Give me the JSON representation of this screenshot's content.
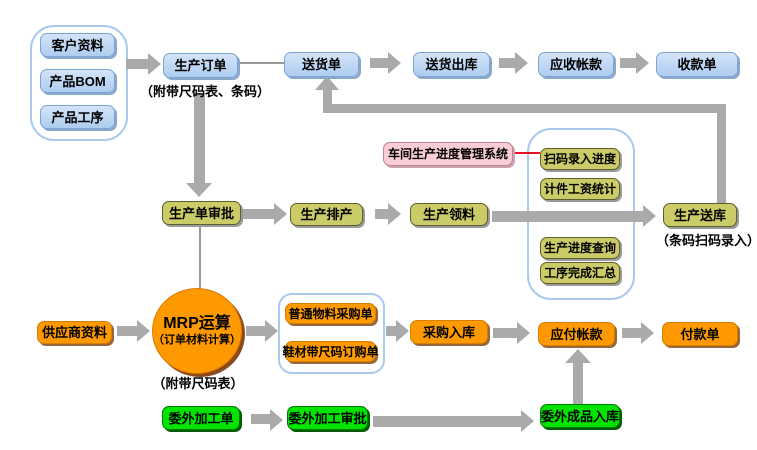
{
  "colors": {
    "background": "#ffffff",
    "arrow_gray": "#aaaaaa",
    "blue_box_fill": "#aecdf0",
    "khaki_box_fill": "#cbcb68",
    "orange_box_fill": "#ff9900",
    "green_box_fill": "#00e400",
    "pink_box_fill": "#f9ccd6",
    "container_border": "#a9c9ef",
    "red_connector": "#e81123"
  },
  "left_group": {
    "items": [
      {
        "label": "客户资料"
      },
      {
        "label": "产品BOM"
      },
      {
        "label": "产品工序"
      }
    ]
  },
  "top_row": {
    "production_order": "生产订单",
    "production_order_note": "（附带尺码表、条码）",
    "delivery_note": "送货单",
    "delivery_outbound": "送货出库",
    "accounts_receivable": "应收帐款",
    "receipt_note": "收款单"
  },
  "middle_row": {
    "production_order_approval": "生产单审批",
    "production_scheduling": "生产排产",
    "production_picking": "生产领料",
    "production_to_warehouse": "生产送库",
    "production_to_warehouse_note": "（条码扫码录入）"
  },
  "workshop": {
    "system_label": "车间生产进度管理系统",
    "items": [
      {
        "label": "扫码录入进度"
      },
      {
        "label": "计件工资统计"
      },
      {
        "label": "生产进度查询"
      },
      {
        "label": "工序完成汇总"
      }
    ]
  },
  "mrp": {
    "title": "MRP运算",
    "subtitle": "（订单材料计算）",
    "note": "（附带尺码表）"
  },
  "purchase_row": {
    "supplier_data": "供应商资料",
    "normal_material_po": "普通物料采购单",
    "shoe_material_po": "鞋材带尺码订购单",
    "purchase_inbound": "采购入库",
    "accounts_payable": "应付帐款",
    "payment_note": "付款单"
  },
  "outsource_row": {
    "outsource_order": "委外加工单",
    "outsource_approval": "委外加工审批",
    "outsource_finished_inbound": "委外成品入库"
  }
}
